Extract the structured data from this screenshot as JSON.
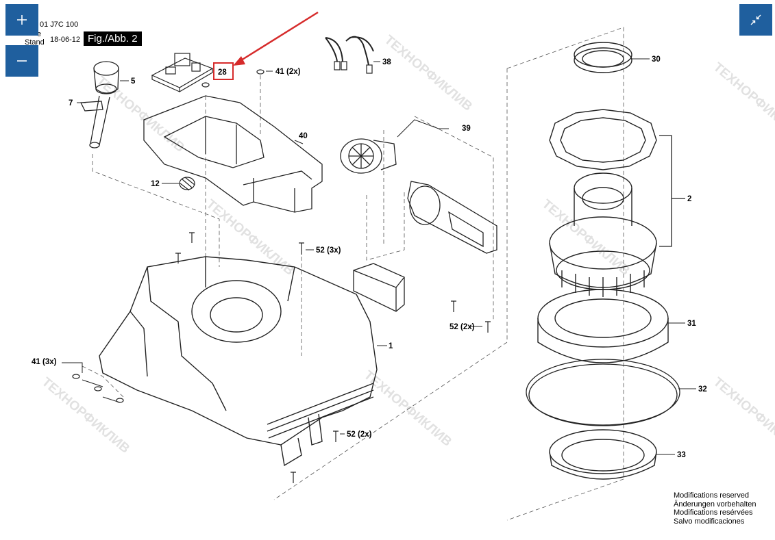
{
  "header": {
    "code_text": "01 J7C 100",
    "ausgabe_text": "e",
    "stand_label": "Stand",
    "date_text": "18-06-12",
    "figure_label": "Fig./Abb. 2"
  },
  "controls": {
    "zoom_in_icon": "plus-icon",
    "zoom_out_icon": "minus-icon",
    "collapse_icon": "collapse-arrows-icon"
  },
  "callouts": [
    {
      "id": "5",
      "text": "5"
    },
    {
      "id": "7",
      "text": "7"
    },
    {
      "id": "28",
      "text": "28"
    },
    {
      "id": "41a",
      "text": "41 (2x)"
    },
    {
      "id": "38",
      "text": "38"
    },
    {
      "id": "30",
      "text": "30"
    },
    {
      "id": "39",
      "text": "39"
    },
    {
      "id": "40",
      "text": "40"
    },
    {
      "id": "12",
      "text": "12"
    },
    {
      "id": "2",
      "text": "2"
    },
    {
      "id": "52a",
      "text": "52 (3x)"
    },
    {
      "id": "31",
      "text": "31"
    },
    {
      "id": "52b",
      "text": "52 (2x)"
    },
    {
      "id": "1",
      "text": "1"
    },
    {
      "id": "41b",
      "text": "41 (3x)"
    },
    {
      "id": "32",
      "text": "32"
    },
    {
      "id": "52c",
      "text": "52 (2x)"
    },
    {
      "id": "33",
      "text": "33"
    }
  ],
  "notes": [
    "Modifications reserved",
    "Änderungen vorbehalten",
    "Modifications resérvées",
    "Salvo modificaciones"
  ],
  "watermark": "ТЕХНОРФИКЛИВ",
  "colors": {
    "button_bg": "#1f5f9e",
    "highlight": "#d62b2b",
    "line": "#222222"
  }
}
